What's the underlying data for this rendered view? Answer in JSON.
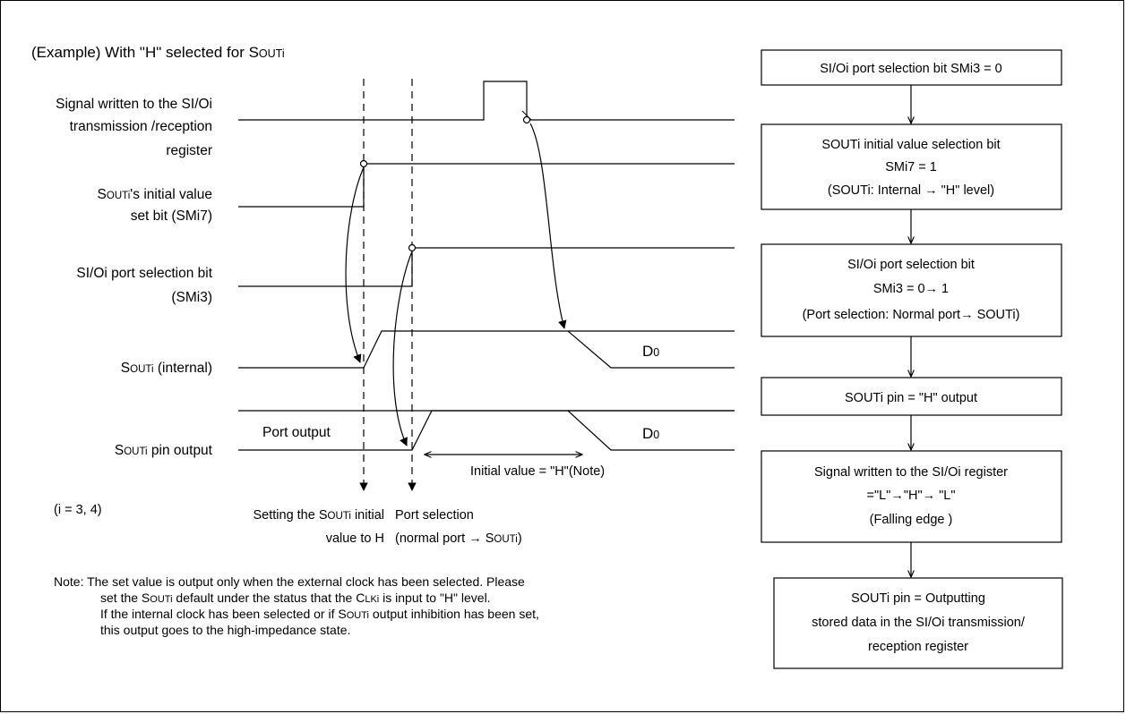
{
  "example_title": {
    "prefix": "(Example) With \"H\" selected for S",
    "sub": "OUTi"
  },
  "signals": {
    "written": {
      "line1": "Signal  written to the SI/Oi",
      "line2": "transmission /reception",
      "line3": "register"
    },
    "initial_bit": {
      "line1_prefix": "S",
      "line1_sub": "OUTi",
      "line1_suffix": "'s initial value",
      "line2": "set bit (SMi7)"
    },
    "port_bit": {
      "line1": "SI/Oi port selection bit",
      "line2": "(SMi3)"
    },
    "internal": {
      "prefix": "S",
      "sub": "OUTi",
      "suffix": " (internal)"
    },
    "pin": {
      "prefix": "S",
      "sub": "OUTi",
      "suffix": " pin output"
    }
  },
  "timing": {
    "d0_internal": {
      "main": "D",
      "sub": "0"
    },
    "d0_pin": {
      "main": "D",
      "sub": "0"
    },
    "port_output": "Port output",
    "initial_value": "Initial value = \"H\"(Note)",
    "index_note": "(i = 3, 4)",
    "setting": {
      "line1_prefix": "Setting the S",
      "line1_sub": "OUTi",
      "line1_suffix": " initial",
      "line2": "value to H"
    },
    "port_selection": {
      "line1": "Port selection",
      "line2_prefix": "(normal port ",
      "arrow": "→",
      "line2_sub": "S",
      "line2_sub2": "OUTi",
      "line2_suffix": ")"
    }
  },
  "note": {
    "line1": "Note:  The set value is output only when the external clock has been selected.  Please",
    "line2_a": "set the S",
    "line2_b": "OUTi",
    "line2_c": " default under the status that the C",
    "line2_d": "LKi",
    "line2_e": " is input to \"H\" level.",
    "line3_a": "If the internal clock has been selected or if S",
    "line3_b": "OUTi",
    "line3_c": " output inhibition has been set,",
    "line4": "this output goes to the high-impedance state."
  },
  "flowchart": {
    "box1": "SI/Oi port selection bit SMi3 = 0",
    "box2": {
      "line1": "SOUTi initial value selection bit",
      "line2": "SMi7 = 1",
      "line3_a": "(SOUTi: Internal ",
      "line3_arrow": "→",
      "line3_b": " \"H\" level)"
    },
    "box3": {
      "line1": "SI/Oi port selection bit",
      "line2_a": "SMi3 = 0",
      "line2_arrow": "→",
      "line2_b": " 1",
      "line3_a": "(Port selection: Normal port",
      "line3_arrow": "→",
      "line3_b": " SOUTi)"
    },
    "box4": "SOUTi pin = \"H\" output",
    "box5": {
      "line1": "Signal written to the SI/Oi register",
      "line2_a": "=\"L\"",
      "arrow1": "→",
      "line2_b": "\"H\"",
      "arrow2": "→",
      "line2_c": " \"L\"",
      "line3": "(Falling edge )"
    },
    "box6": {
      "line1": "SOUTi pin = Outputting",
      "line2": "stored data in the SI/Oi transmission/",
      "line3": "reception register"
    }
  }
}
